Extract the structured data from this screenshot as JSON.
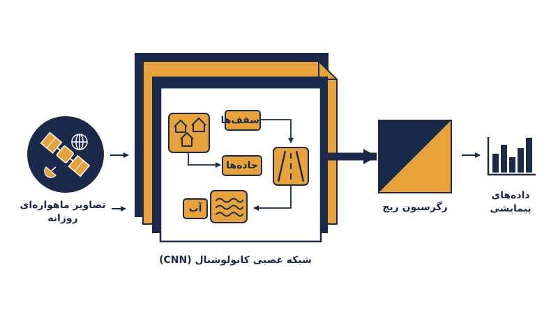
{
  "colors": {
    "navy": "#1b2a4a",
    "orange": "#e8a23a",
    "white": "#ffffff"
  },
  "input": {
    "label_line1": "تصاویر ماهواره‌ای",
    "label_line2": "روزانه",
    "icon": "satellite-icon"
  },
  "cnn": {
    "label": "شبکه عصبی کانولوشنال (CNN)",
    "features": {
      "roofs": "سقف‌ها",
      "roads": "جاده‌ها",
      "water": "آب"
    },
    "icons": [
      "houses-icon",
      "road-icon",
      "water-waves-icon"
    ]
  },
  "regression": {
    "label": "رگرسیون ریج",
    "icon": "split-square-icon"
  },
  "output": {
    "label_line1": "داده‌های",
    "label_line2": "پیمایشی",
    "icon": "bar-chart-icon"
  }
}
